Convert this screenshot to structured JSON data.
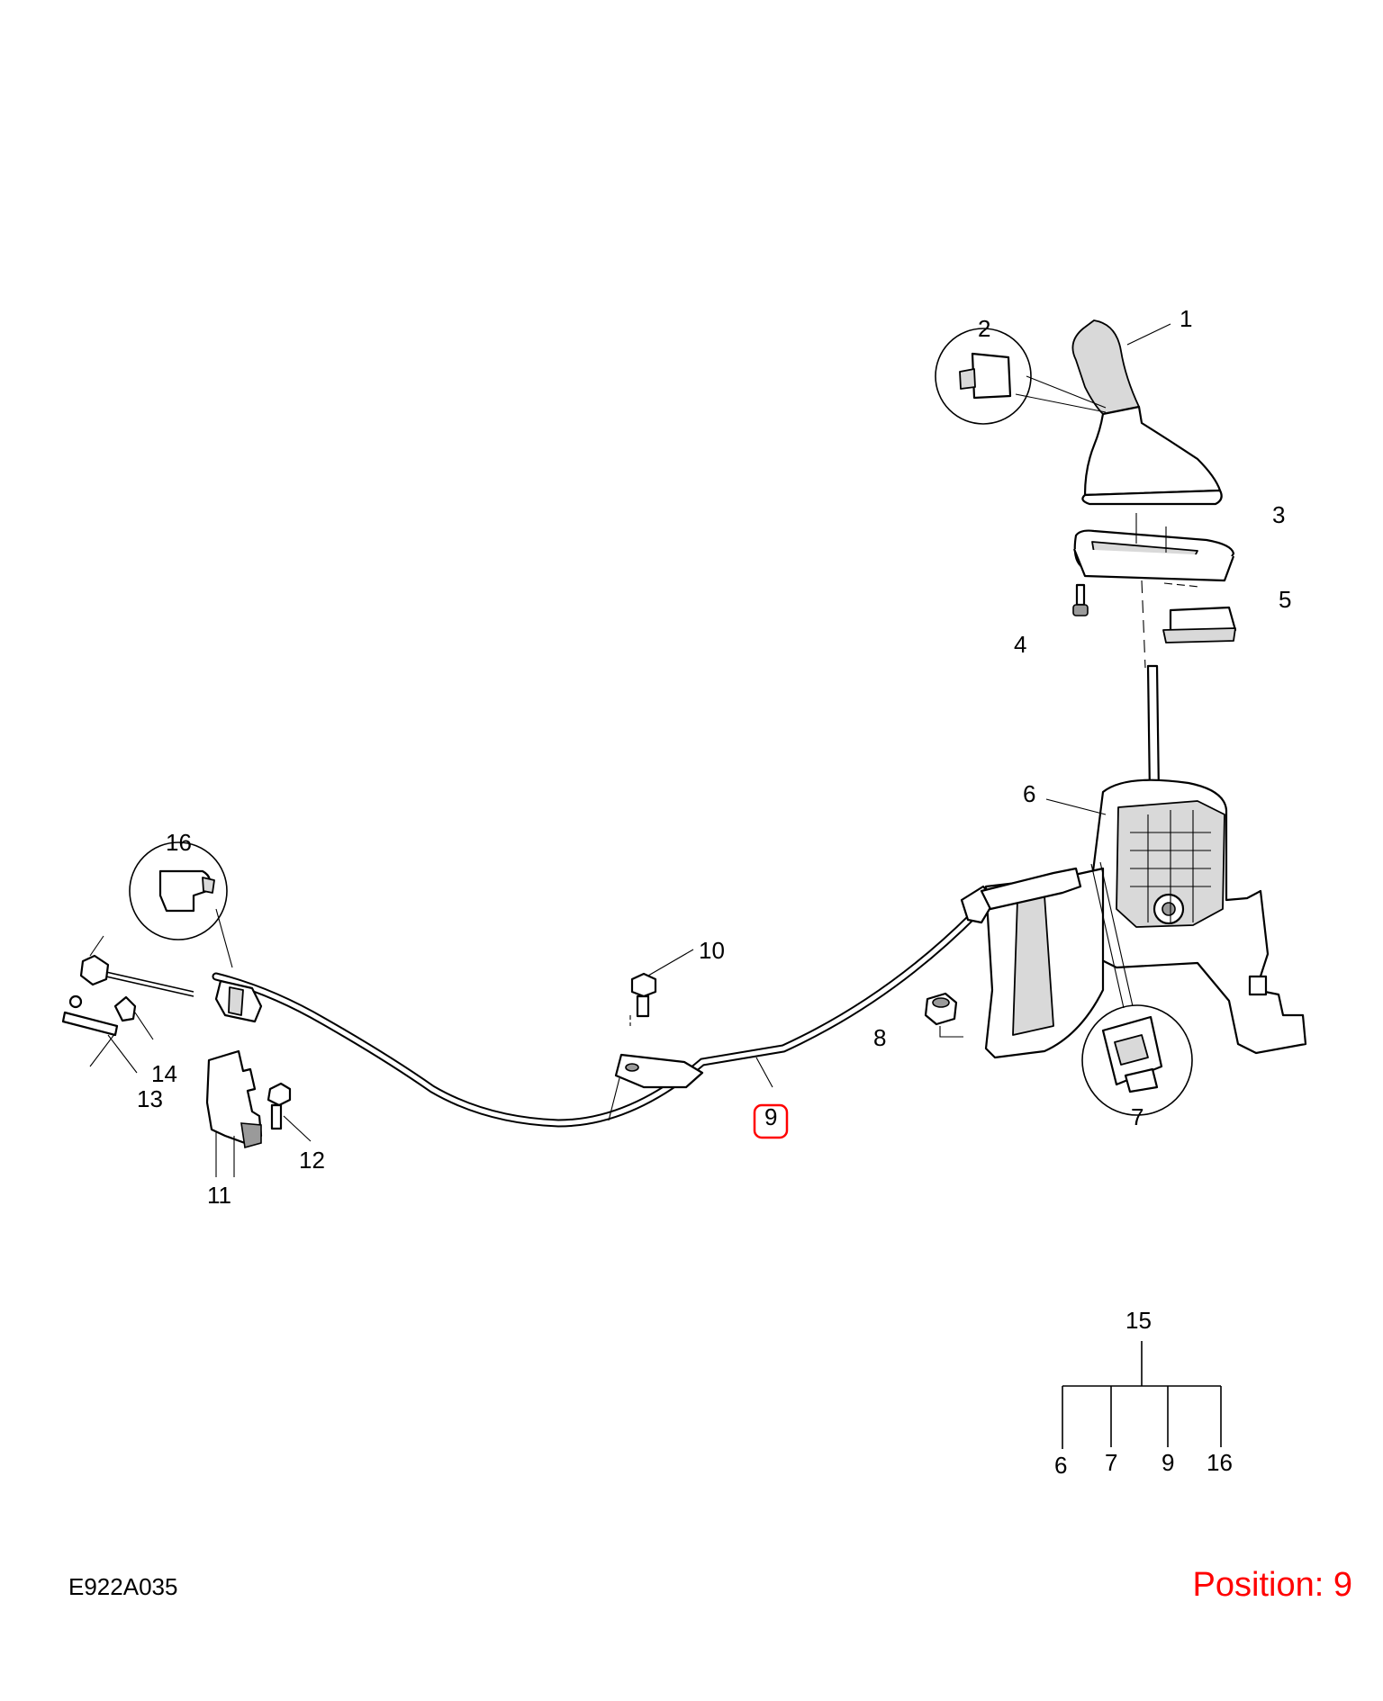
{
  "diagram_code": "E922A035",
  "position_label": "Position:",
  "position_value": "9",
  "highlight_color": "#ff0000",
  "callouts": {
    "c1": "1",
    "c2": "2",
    "c3": "3",
    "c4": "4",
    "c5": "5",
    "c6": "6",
    "c7": "7",
    "c8": "8",
    "c9": "9",
    "c10": "10",
    "c11": "11",
    "c12": "12",
    "c13": "13",
    "c14": "14",
    "c16": "16"
  },
  "kit": {
    "parent": "15",
    "children": [
      "6",
      "7",
      "9",
      "16"
    ]
  }
}
